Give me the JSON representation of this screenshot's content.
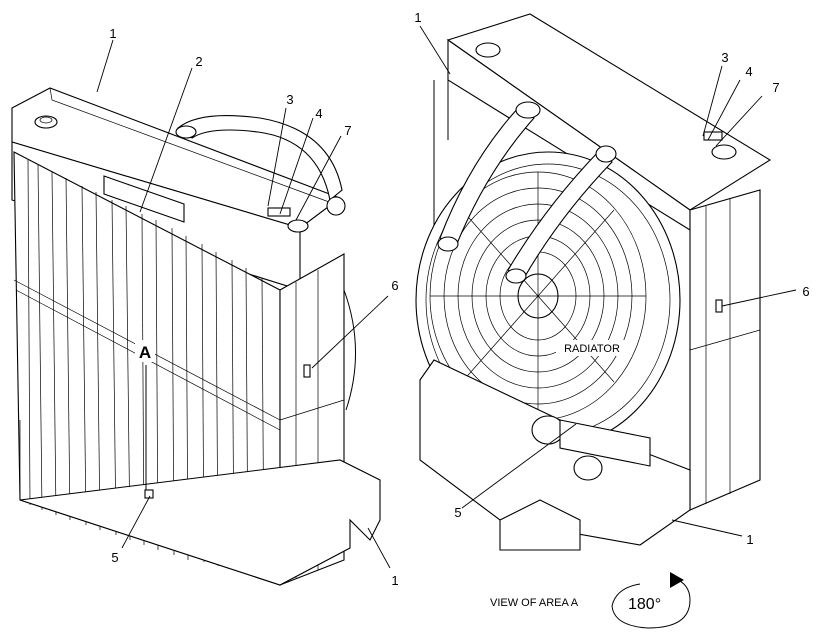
{
  "callouts": {
    "left_1_top": "1",
    "left_2": "2",
    "left_3": "3",
    "left_4": "4",
    "left_7": "7",
    "left_6": "6",
    "left_5": "5",
    "left_1_bottom": "1",
    "right_1_top": "1",
    "right_3": "3",
    "right_4": "4",
    "right_7": "7",
    "right_6": "6",
    "right_5": "5",
    "right_1_bottom": "1"
  },
  "area_marker": "A",
  "fan_label": "RADIATOR",
  "view_caption": "VIEW OF AREA  A",
  "rotation_label": "180°"
}
